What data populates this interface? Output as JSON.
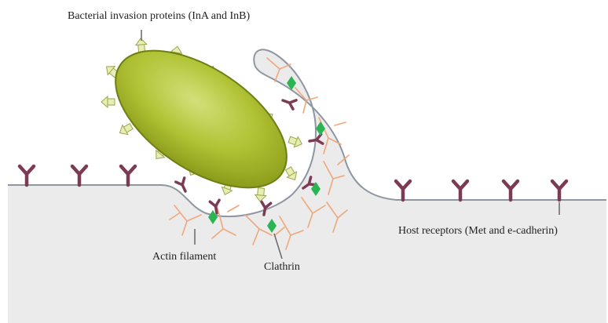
{
  "labels": {
    "invasion_proteins": "Bacterial  invasion proteins (InA and InB)",
    "host_receptors": "Host receptors (Met and e-cadherin)",
    "actin": "Actin filament",
    "clathrin": "Clathrin"
  },
  "colors": {
    "background": "#ffffff",
    "host_cell_fill": "#ebebeb",
    "membrane": "#8e96a2",
    "bacterium_fill": "#a8bc2a",
    "bacterium_edge": "#707e14",
    "invasion_protein": "#e7edb3",
    "receptor": "#7b3b55",
    "clathrin": "#2bb552",
    "actin": "#f0a77a",
    "leader_line": "#666666"
  },
  "icons": [
    "receptor-icon",
    "invasion-protein-icon",
    "clathrin-diamond-icon",
    "actin-filament-icon"
  ]
}
